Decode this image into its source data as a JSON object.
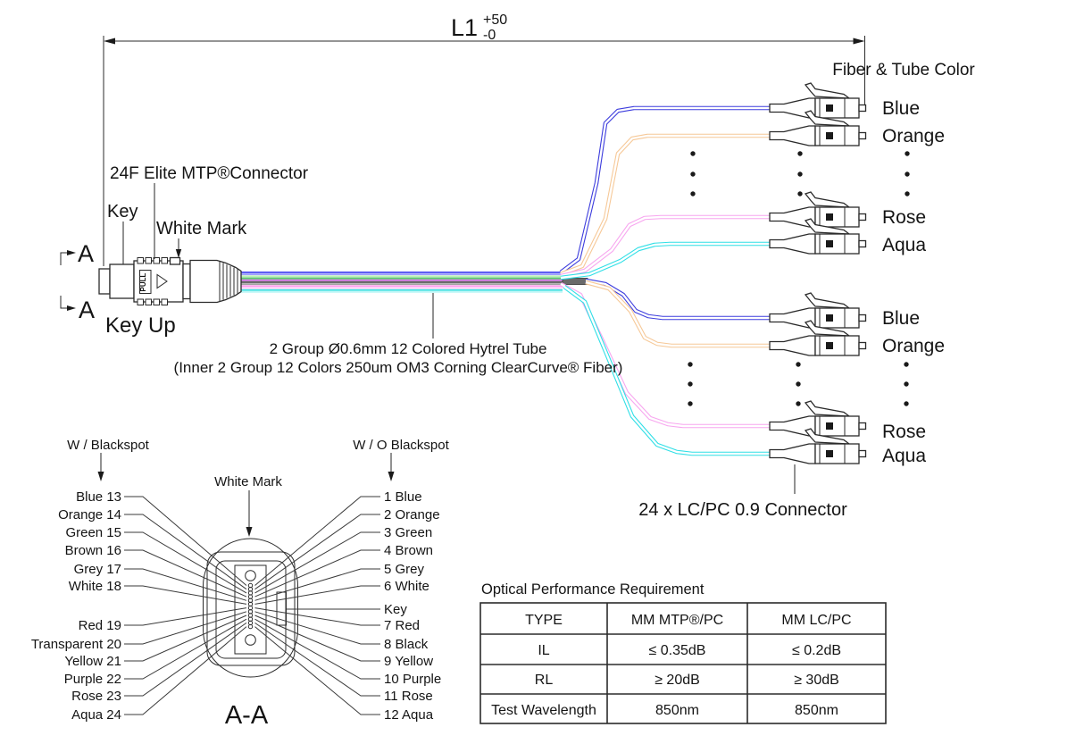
{
  "dimension": {
    "label": "L1",
    "upper_tolerance": "+50",
    "lower_tolerance": "-0"
  },
  "mtp_connector": {
    "label": "24F Elite MTP®Connector",
    "key_label": "Key",
    "white_mark_label": "White Mark",
    "orientation_label": "Key Up",
    "pull_text": "PULL"
  },
  "section_marker": "A",
  "cable_note": {
    "line1": "2 Group Ø0.6mm 12 Colored Hytrel Tube",
    "line2": "(Inner 2 Group 12 Colors 250um OM3 Corning ClearCurve® Fiber)"
  },
  "fanout": {
    "legend_title": "Fiber & Tube Color",
    "group1_labels": [
      "Blue",
      "Orange",
      "Rose",
      "Aqua"
    ],
    "group2_labels": [
      "Blue",
      "Orange",
      "Rose",
      "Aqua"
    ],
    "lc_callout": "24 x LC/PC 0.9 Connector"
  },
  "cross_section": {
    "title": "A-A",
    "left_header": "W / Blackspot",
    "right_header": "W / O Blackspot",
    "white_mark_label": "White Mark",
    "left_labels": [
      "Blue 13",
      "Orange 14",
      "Green 15",
      "Brown 16",
      "Grey 17",
      "White 18",
      "Red 19",
      "Transparent 20",
      "Yellow 21",
      "Purple 22",
      "Rose 23",
      "Aqua 24"
    ],
    "right_labels": [
      "1 Blue",
      "2 Orange",
      "3 Green",
      "4 Brown",
      "5 Grey",
      "6 White",
      "Key",
      "7 Red",
      "8 Black",
      "9 Yellow",
      "10 Purple",
      "11 Rose",
      "12 Aqua"
    ]
  },
  "table": {
    "title": "Optical Performance Requirement",
    "headers": [
      "TYPE",
      "MM MTP®/PC",
      "MM LC/PC"
    ],
    "rows": [
      [
        "IL",
        "≤ 0.35dB",
        "≤ 0.2dB"
      ],
      [
        "RL",
        "≥ 20dB",
        "≥ 30dB"
      ],
      [
        "Test Wavelength",
        "850nm",
        "850nm"
      ]
    ]
  },
  "colors": {
    "blue": "#3d3ddd",
    "orange": "#f6c897",
    "rose": "#f7a6ef",
    "aqua": "#2fdfe6"
  }
}
